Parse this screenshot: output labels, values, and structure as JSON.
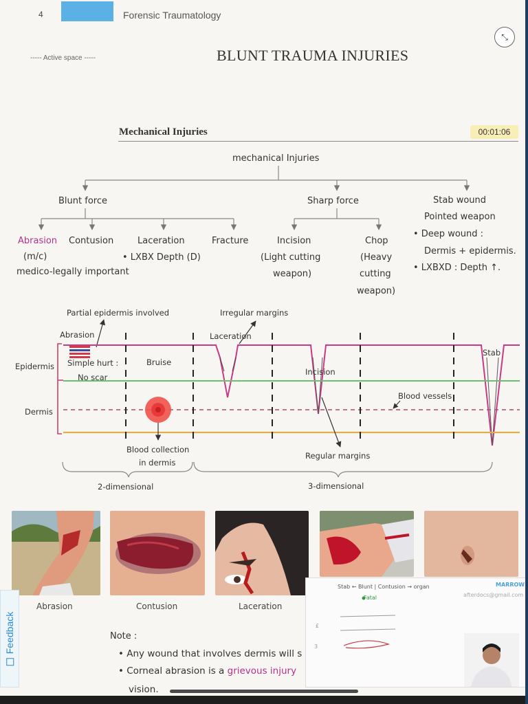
{
  "header": {
    "page_number": "4",
    "book_title": "Forensic Traumatology",
    "active_space": "----- Active space -----",
    "collapse_icon": "collapse-arrows-icon",
    "title": "BLUNT TRAUMA INJURIES"
  },
  "section": {
    "title": "Mechanical Injuries",
    "timer": "00:01:06"
  },
  "tree": {
    "root": "mechanical Injuries",
    "blunt": {
      "label": "Blunt force",
      "children": [
        "Abrasion",
        "Contusion",
        "Laceration",
        "Fracture"
      ],
      "abrasion_note_1": "(m/c)",
      "abrasion_note_2": "medico-legally important",
      "laceration_note": "• LXBX Depth (D)"
    },
    "sharp": {
      "label": "Sharp force",
      "incision": "Incision",
      "incision_note": [
        "(Light cutting",
        "weapon)"
      ],
      "chop": "Chop",
      "chop_note": [
        "(Heavy",
        "cutting",
        "weapon)"
      ]
    },
    "stab": {
      "label": "Stab wound",
      "sub": "Pointed weapon",
      "notes": [
        "• Deep wound :",
        "Dermis + epidermis.",
        "• LXBXD : Depth ↑."
      ]
    }
  },
  "skin": {
    "partial_epidermis": "Partial epidermis involved",
    "irregular_margins": "Irregular margins",
    "abrasion": "Abrasion",
    "laceration": "Laceration",
    "epidermis": "Epidermis",
    "dermis": "Dermis",
    "simple_hurt": "Simple hurt :",
    "no_scar": "No scar",
    "bruise": "Bruise",
    "incision": "Incision",
    "stab": "Stab",
    "blood_vessels": "Blood vessels",
    "blood_collection_1": "Blood collection",
    "blood_collection_2": "in dermis",
    "regular_margins": "Regular margins",
    "two_d": "2-dimensional",
    "three_d": "3-dimensional"
  },
  "photos": {
    "captions": [
      "Abrasion",
      "Contusion",
      "Laceration"
    ]
  },
  "notes": {
    "label": "Note :",
    "line1": "• Any wound that involves dermis will s",
    "line2_pre": "• Corneal abrasion is a ",
    "line2_pink": "grievous injury",
    "line3": "vision."
  },
  "overlay": {
    "sketch_text": "Stab ← Blunt | Contusion → organ",
    "green_label": "Fatal",
    "brand": "MARROW",
    "email": "afterdocs@gmail.com"
  },
  "feedback": "Feedback",
  "colors": {
    "accent_blue": "#5bb1e6",
    "abrasion_pink": "#b1328b",
    "epidermis_line": "#c83a86",
    "upper_green": "#6cc06c",
    "dermis_dashed": "#b04a6a",
    "lower_orange": "#e0b14a",
    "bracket": "#c8426d",
    "bruise": "#f0524a"
  }
}
